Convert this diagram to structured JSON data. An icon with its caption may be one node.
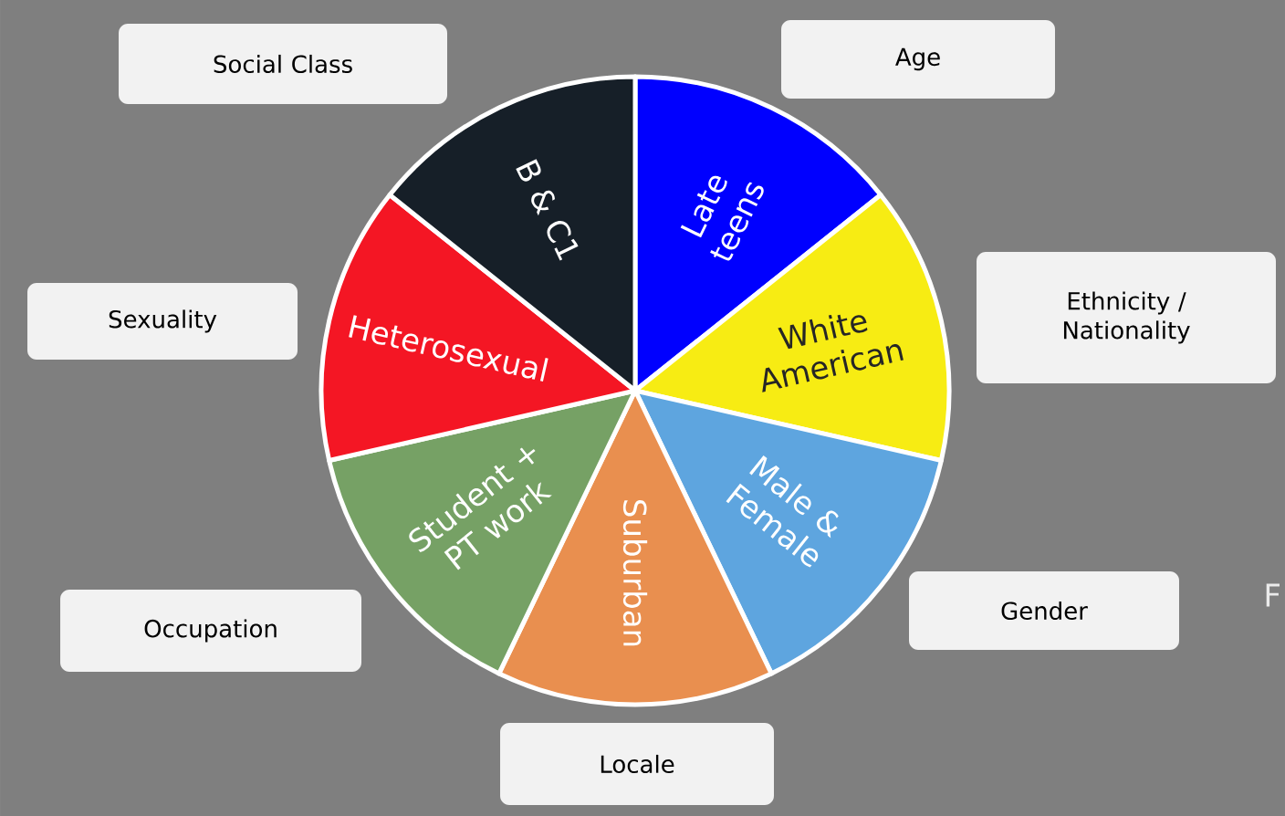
{
  "diagram": {
    "nodes": [
      {
        "text": [
          "Social Class"
        ]
      },
      {
        "text": [
          "Age"
        ]
      },
      {
        "text": [
          "Ethnicity / Nationality"
        ]
      },
      {
        "text": [
          "Sexuality"
        ]
      },
      {
        "text": [
          "Gender"
        ]
      },
      {
        "text": [
          "Occupation"
        ]
      },
      {
        "text": [
          "Locale"
        ]
      },
      {
        "text": [
          "Late teens"
        ]
      },
      {
        "text": [
          "White American"
        ]
      },
      {
        "text": [
          "Male & Female"
        ]
      },
      {
        "text": [
          "Suburban"
        ]
      },
      {
        "text": [
          "Student + PT work"
        ]
      },
      {
        "text": [
          "Heterosexual"
        ]
      },
      {
        "text": [
          "B & C1"
        ]
      }
    ],
    "labels": [
      "F"
    ]
  }
}
